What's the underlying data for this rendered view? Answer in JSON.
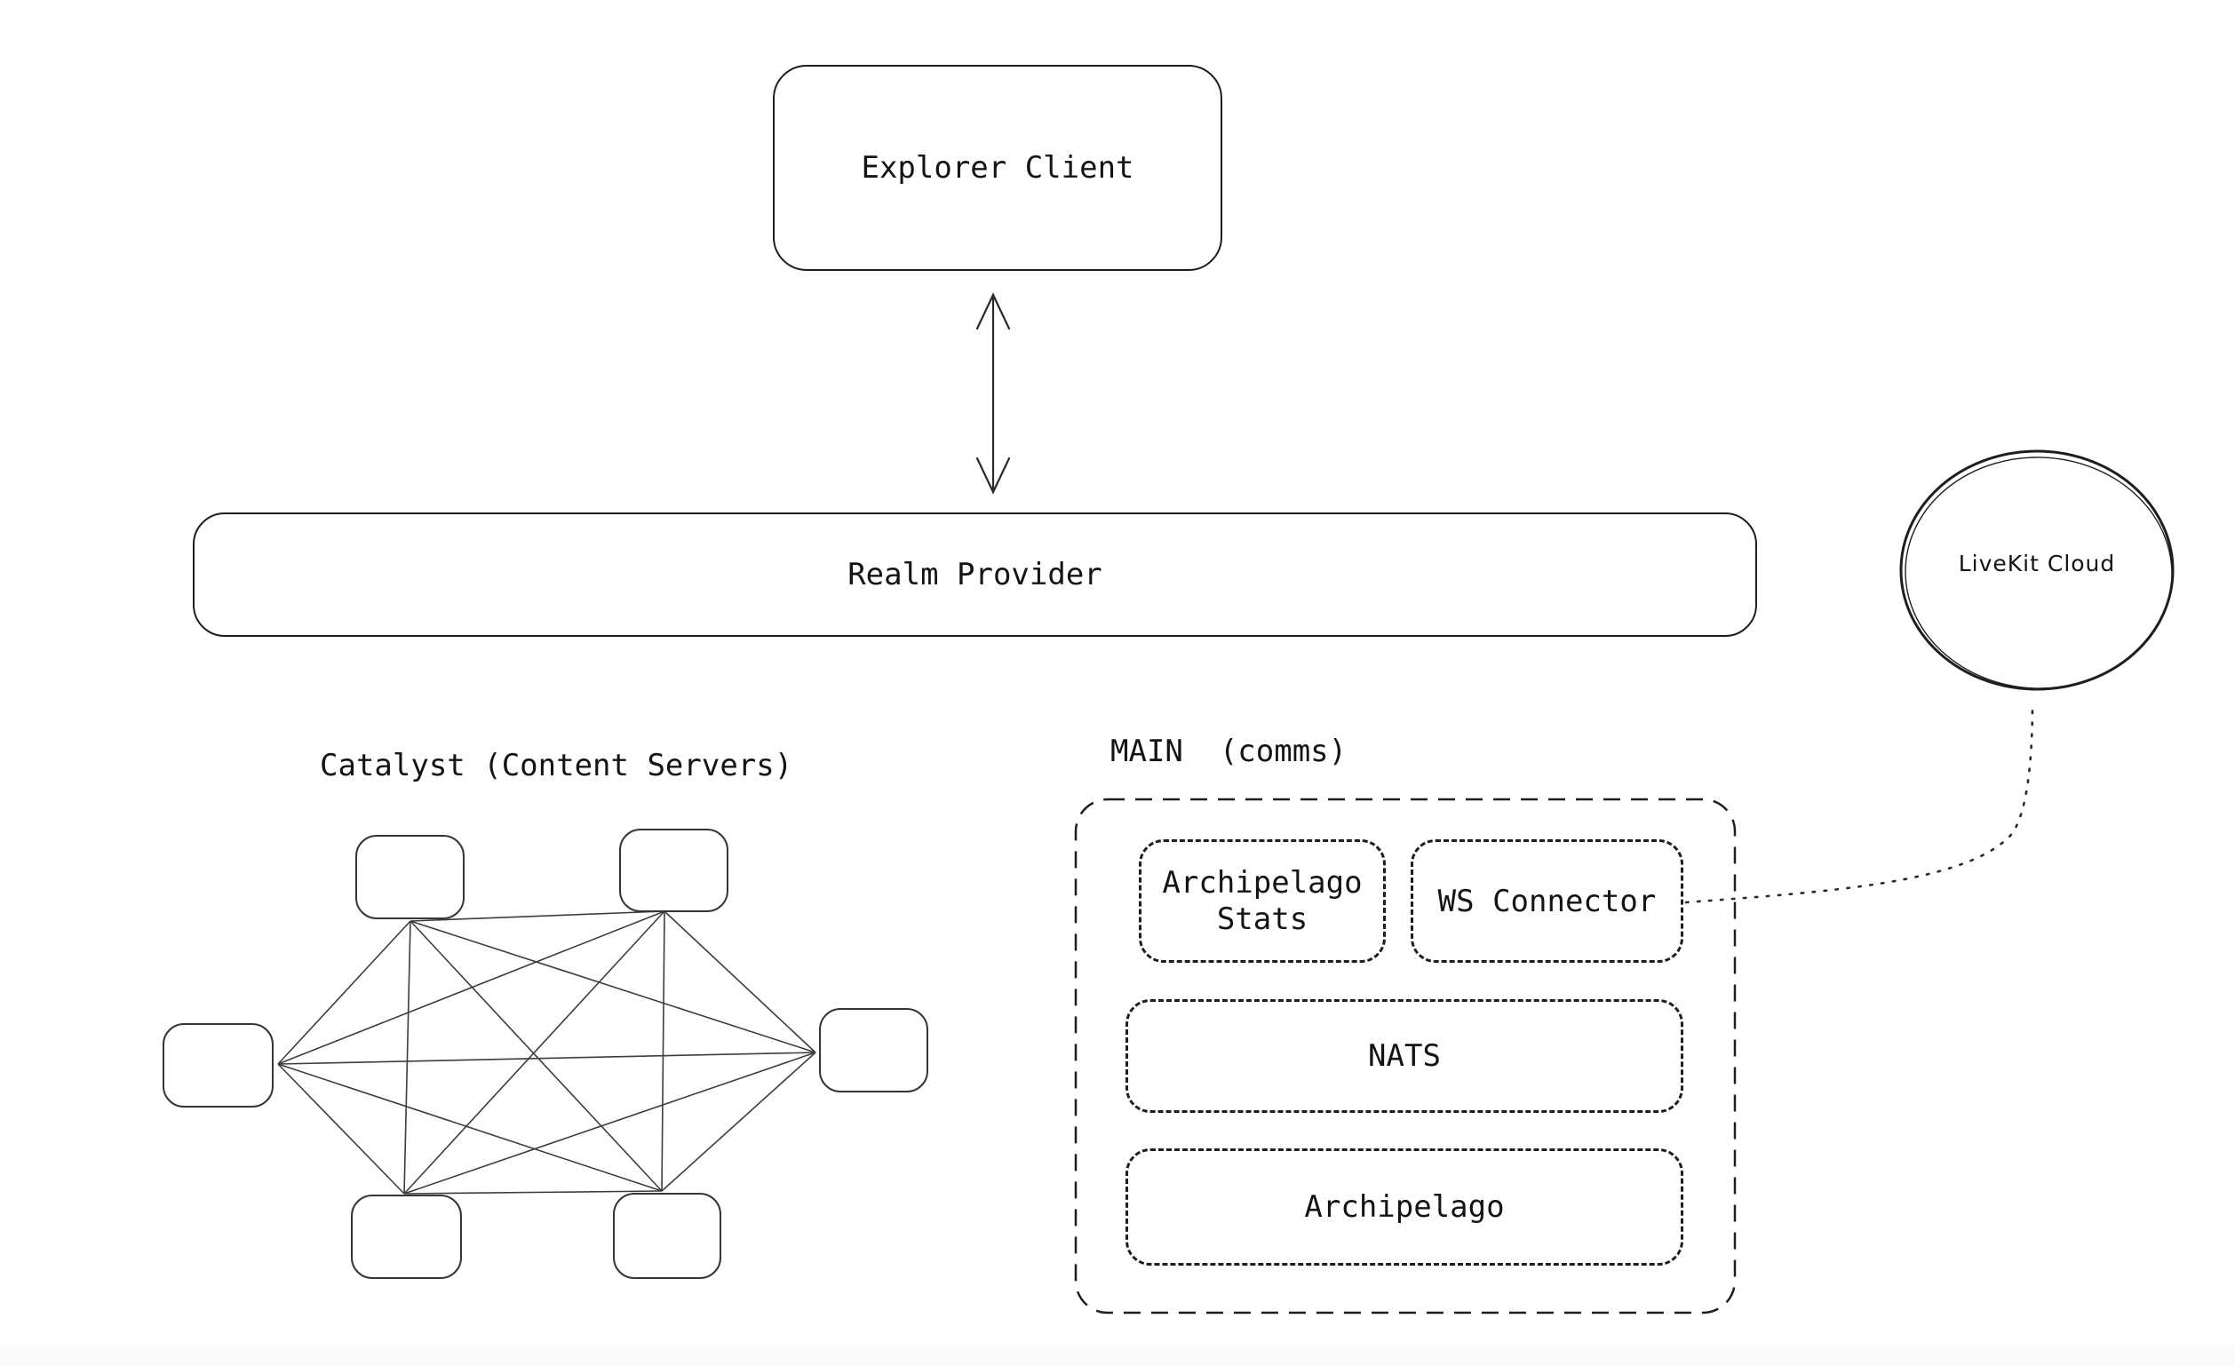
{
  "diagram": {
    "background": "#ffffff",
    "ink_color": "#1e1e1e",
    "mesh_line_color": "#3d3d3d",
    "nodes": {
      "explorer_client": {
        "label": "Explorer Client"
      },
      "realm_provider": {
        "label": "Realm Provider"
      },
      "livekit_cloud": {
        "label": "LiveKit Cloud",
        "shape": "hand-drawn-ellipse"
      }
    },
    "catalyst": {
      "title": "Catalyst (Content Servers)",
      "node_count": 6,
      "topology": "full-mesh (complete graph of 6 unlabeled rounded boxes)"
    },
    "main": {
      "title": "MAIN  (comms)",
      "container_style": "dashed",
      "boxes": [
        {
          "label": "Archipelago Stats",
          "line1": "Archipelago",
          "line2": "Stats"
        },
        {
          "label": "WS Connector"
        },
        {
          "label": "NATS"
        },
        {
          "label": "Archipelago"
        }
      ]
    },
    "connections": [
      {
        "from": "Explorer Client",
        "to": "Realm Provider",
        "style": "double-headed-arrow"
      },
      {
        "from": "LiveKit Cloud",
        "to": "WS Connector",
        "style": "dotted-curve"
      }
    ]
  }
}
